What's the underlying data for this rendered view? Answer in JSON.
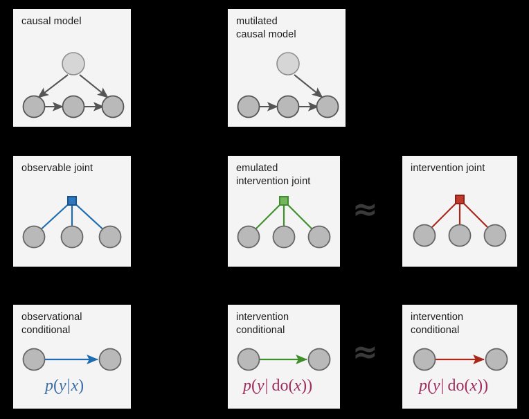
{
  "figure": {
    "background": "#000000",
    "panel_background": "#f4f4f4",
    "node_fill": "#b9b9b9",
    "node_fill_light": "#d6d6d6",
    "node_stroke": "#555555",
    "arrow_gray": "#555555"
  },
  "colors": {
    "blue": "#1f6cb0",
    "green": "#3f8f2c",
    "red": "#a8291a",
    "magenta": "#9e2c5c",
    "formula_blue": "#3b6ea5",
    "approx_gray": "#3a3a3a"
  },
  "panels": [
    {
      "id": "causal-model",
      "title": "causal model",
      "row": 1,
      "graph": "dag-confounded"
    },
    {
      "id": "mutilated-causal-model",
      "title": "mutilated\ncausal model",
      "row": 1,
      "graph": "dag-mutilated"
    },
    {
      "id": "observable-joint",
      "title": "observable joint",
      "row": 2,
      "graph": "factor-star",
      "accent": "#1f6cb0"
    },
    {
      "id": "emulated-intervention-joint",
      "title": "emulated\nintervention joint",
      "row": 2,
      "graph": "factor-star",
      "accent": "#3f8f2c"
    },
    {
      "id": "intervention-joint",
      "title": "intervention joint",
      "row": 2,
      "graph": "factor-star",
      "accent": "#a8291a"
    },
    {
      "id": "observational-conditional",
      "title": "observational\nconditional",
      "row": 3,
      "graph": "edge-pair",
      "accent": "#1f6cb0",
      "formula": "p(y|x)",
      "formula_color": "#3b6ea5"
    },
    {
      "id": "intervention-conditional-emulated",
      "title": "intervention\nconditional",
      "row": 3,
      "graph": "edge-pair",
      "accent": "#3f8f2c",
      "formula": "p(y| do(x))",
      "formula_color": "#9e2c5c"
    },
    {
      "id": "intervention-conditional-true",
      "title": "intervention\nconditional",
      "row": 3,
      "graph": "edge-pair",
      "accent": "#a8291a",
      "formula": "p(y| do(x))",
      "formula_color": "#9e2c5c"
    }
  ],
  "approx_symbols": [
    {
      "id": "approx-row2",
      "glyph": "≈"
    },
    {
      "id": "approx-row3",
      "glyph": "≈"
    }
  ],
  "formula_parts": {
    "p": "p",
    "open": "(",
    "y": "y",
    "bar": "|",
    "x": "x",
    "close": ")",
    "do": "do",
    "do_open": "(",
    "do_close": ")",
    "double_close": "))"
  }
}
